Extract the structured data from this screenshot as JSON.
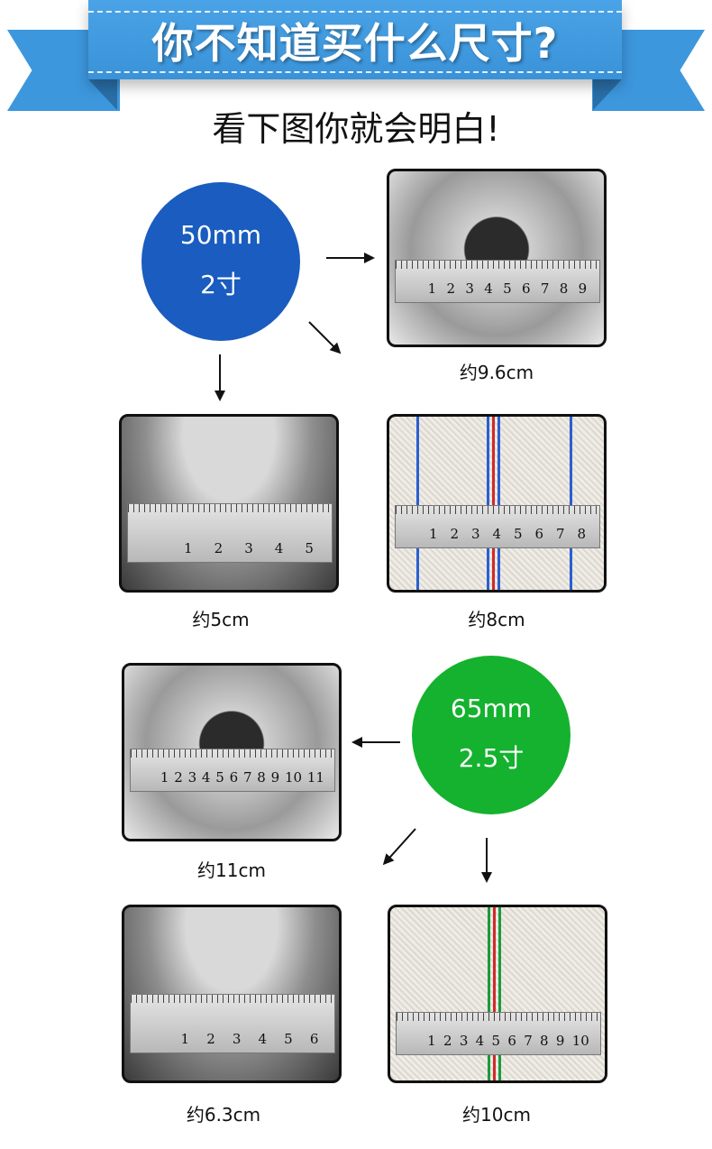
{
  "banner": {
    "title": "你不知道买什么尺寸?",
    "subtitle": "看下图你就会明白!"
  },
  "sizes": [
    {
      "mm": "50mm",
      "cun": "2寸",
      "color": "#1a5cbf"
    },
    {
      "mm": "65mm",
      "cun": "2.5寸",
      "color": "#14b22e"
    }
  ],
  "photos": [
    {
      "caption": "约9.6cm",
      "ruler": [
        "1",
        "2",
        "3",
        "4",
        "5",
        "6",
        "7",
        "8",
        "9"
      ]
    },
    {
      "caption": "约5cm",
      "ruler": [
        "1",
        "2",
        "3",
        "4",
        "5"
      ]
    },
    {
      "caption": "约8cm",
      "ruler": [
        "1",
        "2",
        "3",
        "4",
        "5",
        "6",
        "7",
        "8"
      ]
    },
    {
      "caption": "约11cm",
      "ruler": [
        "1",
        "2",
        "3",
        "4",
        "5",
        "6",
        "7",
        "8",
        "9",
        "10",
        "11"
      ]
    },
    {
      "caption": "约6.3cm",
      "ruler": [
        "1",
        "2",
        "3",
        "4",
        "5",
        "6"
      ]
    },
    {
      "caption": "约10cm",
      "ruler": [
        "1",
        "2",
        "3",
        "4",
        "5",
        "6",
        "7",
        "8",
        "9",
        "10"
      ]
    }
  ]
}
